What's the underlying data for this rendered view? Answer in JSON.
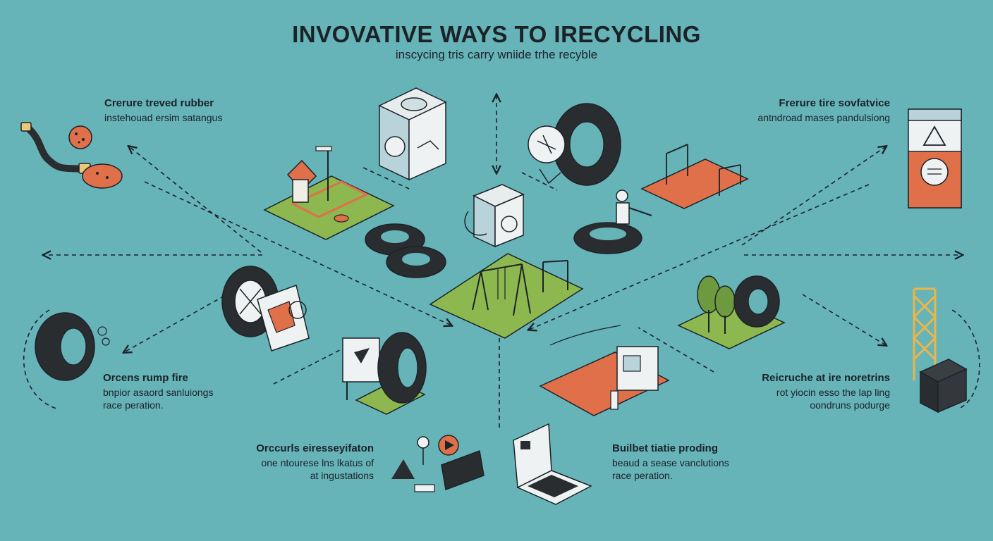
{
  "page": {
    "title": "INVOVATIVE WAYS TO IRECYCLING",
    "subtitle": "inscycing tris carry wniide trhe recyble"
  },
  "labels": {
    "top_left": {
      "heading": "Crerure treved rubber",
      "lines": [
        "instehouad ersim satangus"
      ]
    },
    "top_right": {
      "heading": "Frerure tire sovfatvice",
      "lines": [
        "antndroad mases pandulsiong"
      ]
    },
    "mid_left": {
      "heading": "Orcens rump fire",
      "lines": [
        "bnpior asaord sanluiongs",
        "race peration."
      ]
    },
    "mid_right": {
      "heading": "Reicruche at ire noretrins",
      "lines": [
        "rot yiocin esso the lap ling",
        "oondruns podurge"
      ]
    },
    "bottom_left": {
      "heading": "Orccurls eiresseyifaton",
      "lines": [
        "one ntourese lns lkatus of",
        "at ingustations"
      ]
    },
    "bottom_right": {
      "heading": "Builbet tiatie proding",
      "lines": [
        "beaud a sease vanclutions",
        "race peration."
      ]
    }
  },
  "colors": {
    "background": "#66b3b8",
    "ink": "#1b2228",
    "tire": "#2a2d30",
    "grass": "#8cb84f",
    "accent_orange": "#e0704a",
    "panel_light": "#eef2f2",
    "panel_blue": "#b9d3da"
  },
  "icons": [
    "rubber-hose-icon",
    "crumb-rubber-icon",
    "mulch-pile-icon",
    "shredder-machine-icon",
    "playhouse-icon",
    "tire-pile-icon",
    "processing-machine-icon",
    "tire-stack-icon",
    "tire-swing-icon",
    "worker-with-tire-icon",
    "playground-sand-icon",
    "recycle-sign-icon",
    "wheel-icon",
    "mulch-bag-icon",
    "single-tire-icon",
    "central-playground-icon",
    "billboard-icon",
    "upright-tire-icon",
    "tree-tire-icon",
    "running-track-icon",
    "scaffold-tower-icon",
    "barrier-block-icon",
    "lightbulb-icon",
    "media-device-icon",
    "laptop-icon"
  ]
}
